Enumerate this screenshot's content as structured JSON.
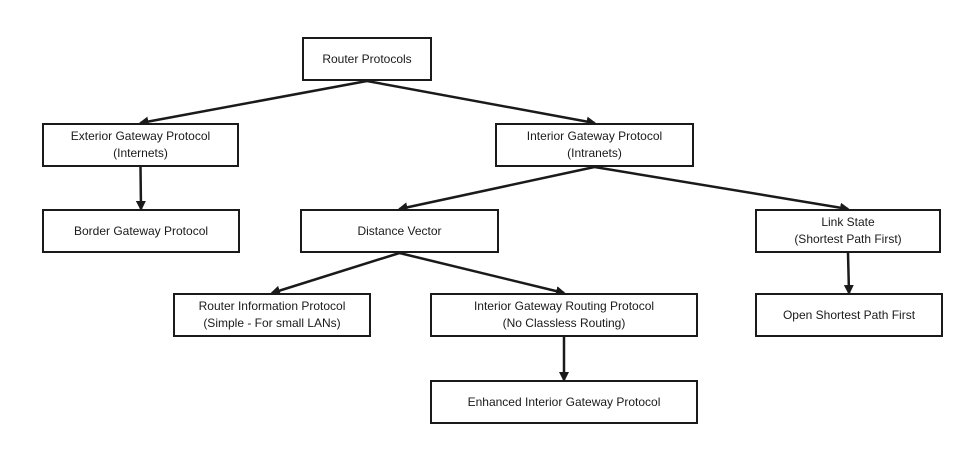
{
  "diagram": {
    "nodes": [
      {
        "id": "router_protocols",
        "lines": [
          "Router Protocols"
        ]
      },
      {
        "id": "egp",
        "lines": [
          "Exterior Gateway Protocol",
          "(Internets)"
        ]
      },
      {
        "id": "igp",
        "lines": [
          "Interior Gateway Protocol",
          "(Intranets)"
        ]
      },
      {
        "id": "bgp",
        "lines": [
          "Border Gateway Protocol"
        ]
      },
      {
        "id": "distance_vector",
        "lines": [
          "Distance Vector"
        ]
      },
      {
        "id": "link_state",
        "lines": [
          "Link State",
          "(Shortest Path First)"
        ]
      },
      {
        "id": "rip",
        "lines": [
          "Router Information Protocol",
          "(Simple - For small LANs)"
        ]
      },
      {
        "id": "igrp",
        "lines": [
          "Interior Gateway Routing Protocol",
          "(No Classless Routing)"
        ]
      },
      {
        "id": "ospf",
        "lines": [
          "Open Shortest Path First"
        ]
      },
      {
        "id": "eigrp",
        "lines": [
          "Enhanced Interior Gateway Protocol"
        ]
      }
    ],
    "edges": [
      {
        "from": "router_protocols",
        "to": "egp"
      },
      {
        "from": "router_protocols",
        "to": "igp"
      },
      {
        "from": "egp",
        "to": "bgp"
      },
      {
        "from": "igp",
        "to": "distance_vector"
      },
      {
        "from": "igp",
        "to": "link_state"
      },
      {
        "from": "distance_vector",
        "to": "rip"
      },
      {
        "from": "distance_vector",
        "to": "igrp"
      },
      {
        "from": "link_state",
        "to": "ospf"
      },
      {
        "from": "igrp",
        "to": "eigrp"
      }
    ],
    "colors": {
      "line": "#1a1a1a",
      "box_border": "#1a1a1a",
      "background": "#ffffff"
    }
  }
}
